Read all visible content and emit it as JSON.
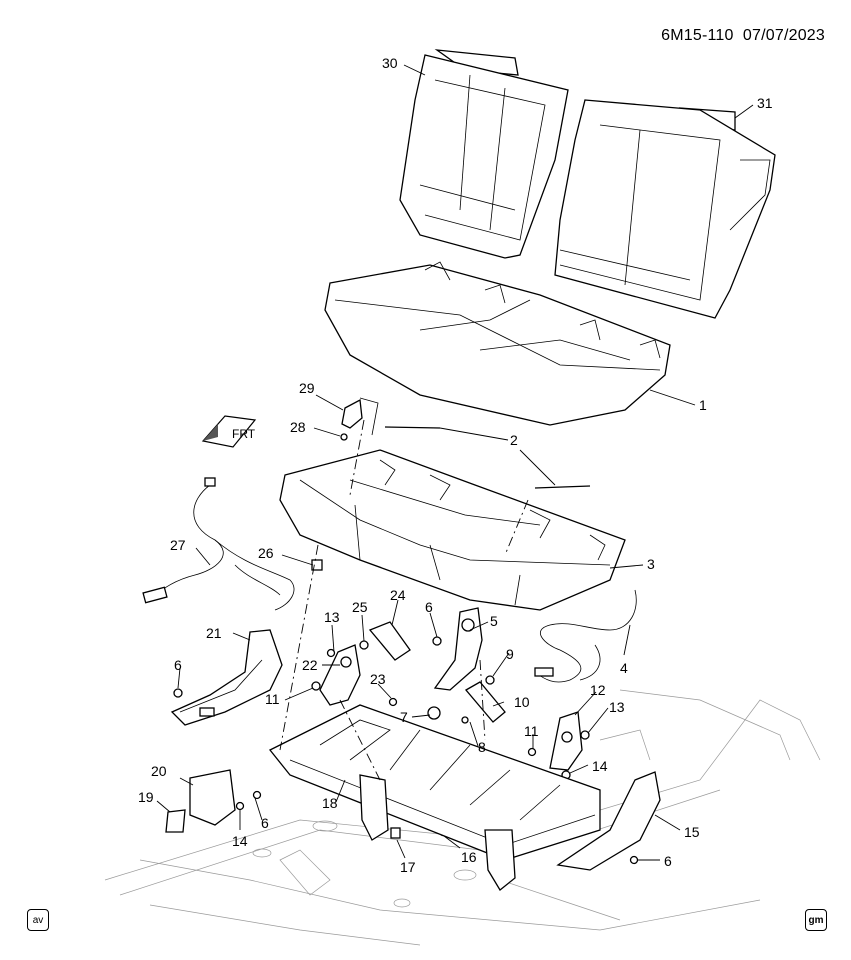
{
  "header": {
    "diagram_id": "6M15-110",
    "date": "07/07/2023"
  },
  "front_arrow": {
    "label": "FRT"
  },
  "callouts": [
    "30",
    "31",
    "1",
    "29",
    "28",
    "2",
    "3",
    "27",
    "26",
    "4",
    "21",
    "13",
    "25",
    "24",
    "6",
    "5",
    "9",
    "22",
    "23",
    "10",
    "11",
    "12",
    "7",
    "8",
    "20",
    "18",
    "19",
    "14",
    "16",
    "17",
    "15"
  ],
  "badges": {
    "bottom_left": "av",
    "bottom_right": "gm"
  }
}
